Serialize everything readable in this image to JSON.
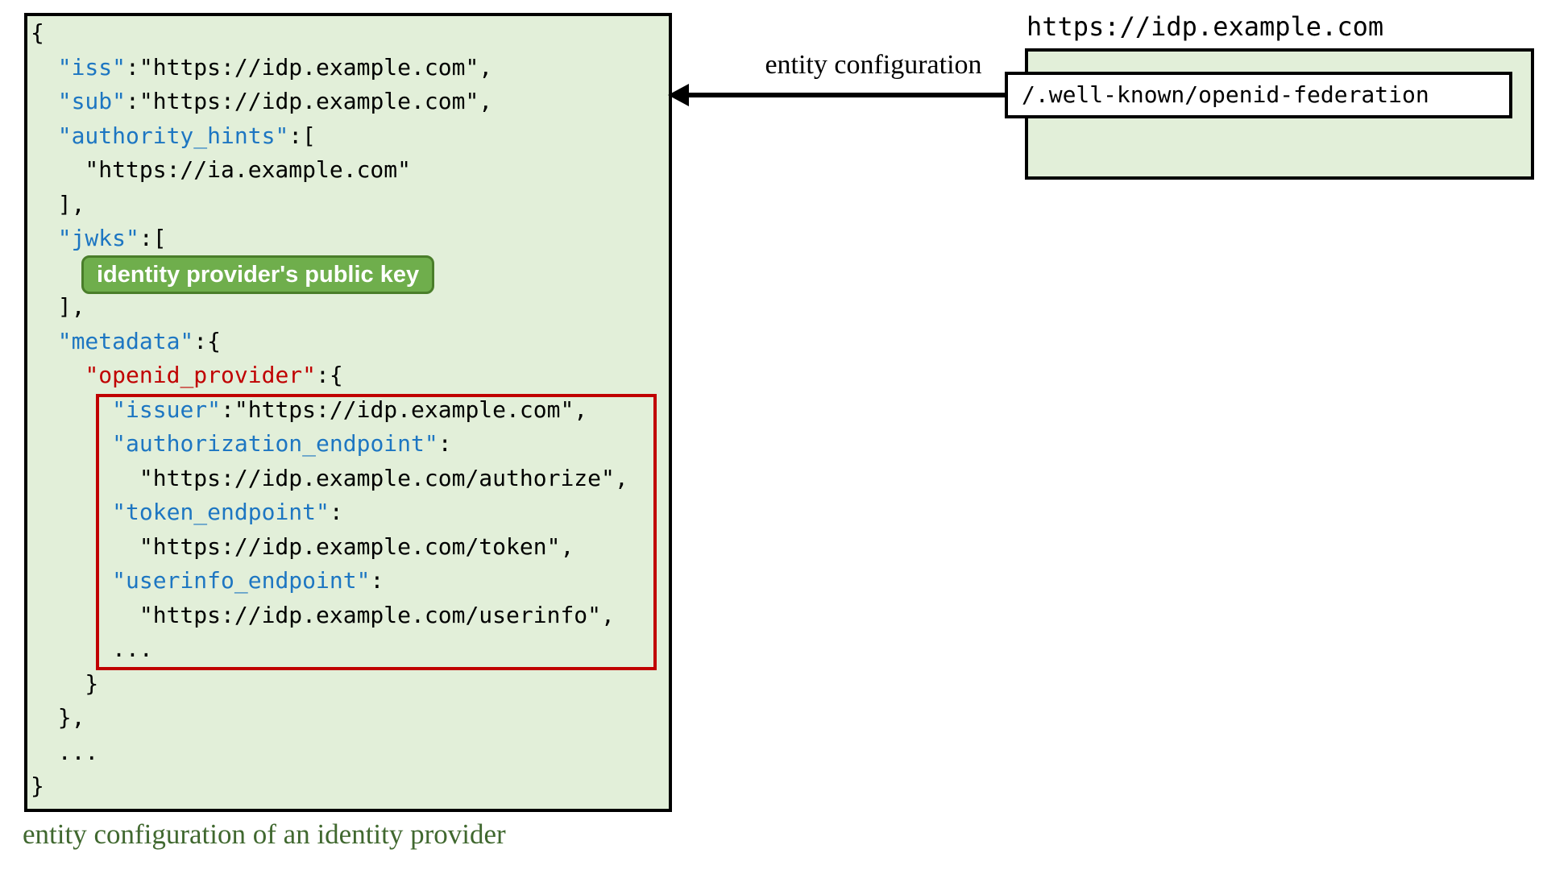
{
  "colors": {
    "panel_bg": "#e2efd9",
    "panel_border": "#000000",
    "key_blue": "#1d76c2",
    "key_red": "#c00000",
    "highlight_red": "#c00000",
    "badge_bg": "#6fae4c",
    "badge_border": "#4a7e2a",
    "badge_text": "#ffffff",
    "caption_green": "#40682f",
    "arrow_black": "#000000"
  },
  "left_panel": {
    "badge_label": "identity provider's public key",
    "caption": "entity configuration of an identity provider",
    "code_lines": [
      [
        {
          "t": "{",
          "s": "p"
        }
      ],
      [
        {
          "t": "  ",
          "s": "p"
        },
        {
          "t": "\"iss\"",
          "s": "k"
        },
        {
          "t": ":\"https://idp.example.com\",",
          "s": "p"
        }
      ],
      [
        {
          "t": "  ",
          "s": "p"
        },
        {
          "t": "\"sub\"",
          "s": "k"
        },
        {
          "t": ":\"https://idp.example.com\",",
          "s": "p"
        }
      ],
      [
        {
          "t": "  ",
          "s": "p"
        },
        {
          "t": "\"authority_hints\"",
          "s": "k"
        },
        {
          "t": ":[",
          "s": "p"
        }
      ],
      [
        {
          "t": "    \"https://ia.example.com\"",
          "s": "p"
        }
      ],
      [
        {
          "t": "  ],",
          "s": "p"
        }
      ],
      [
        {
          "t": "  ",
          "s": "p"
        },
        {
          "t": "\"jwks\"",
          "s": "k"
        },
        {
          "t": ":[",
          "s": "p"
        }
      ],
      [],
      [
        {
          "t": "  ],",
          "s": "p"
        }
      ],
      [
        {
          "t": "  ",
          "s": "p"
        },
        {
          "t": "\"metadata\"",
          "s": "k"
        },
        {
          "t": ":{",
          "s": "p"
        }
      ],
      [
        {
          "t": "    ",
          "s": "p"
        },
        {
          "t": "\"openid_provider\"",
          "s": "r"
        },
        {
          "t": ":{",
          "s": "p"
        }
      ],
      [
        {
          "t": "      ",
          "s": "p"
        },
        {
          "t": "\"issuer\"",
          "s": "k"
        },
        {
          "t": ":\"https://idp.example.com\",",
          "s": "p"
        }
      ],
      [
        {
          "t": "      ",
          "s": "p"
        },
        {
          "t": "\"authorization_endpoint\"",
          "s": "k"
        },
        {
          "t": ":",
          "s": "p"
        }
      ],
      [
        {
          "t": "        \"https://idp.example.com/authorize\",",
          "s": "p"
        }
      ],
      [
        {
          "t": "      ",
          "s": "p"
        },
        {
          "t": "\"token_endpoint\"",
          "s": "k"
        },
        {
          "t": ":",
          "s": "p"
        }
      ],
      [
        {
          "t": "        \"https://idp.example.com/token\",",
          "s": "p"
        }
      ],
      [
        {
          "t": "      ",
          "s": "p"
        },
        {
          "t": "\"userinfo_endpoint\"",
          "s": "k"
        },
        {
          "t": ":",
          "s": "p"
        }
      ],
      [
        {
          "t": "        \"https://idp.example.com/userinfo\",",
          "s": "p"
        }
      ],
      [
        {
          "t": "      ...",
          "s": "p"
        }
      ],
      [
        {
          "t": "    }",
          "s": "p"
        }
      ],
      [
        {
          "t": "  },",
          "s": "p"
        }
      ],
      [
        {
          "t": "  ...",
          "s": "p"
        }
      ],
      [
        {
          "t": "}",
          "s": "p"
        }
      ]
    ]
  },
  "right_panel": {
    "title": "https://idp.example.com",
    "path_label": "/.well-known/openid-federation"
  },
  "arrow": {
    "label": "entity configuration"
  }
}
